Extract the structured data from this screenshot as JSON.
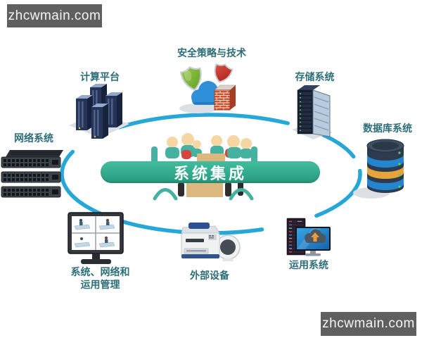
{
  "watermark": {
    "text": "zhcwmain.com",
    "background_color": "#5F5F5F"
  },
  "center": {
    "label": "系统集成",
    "pill_color": "#30A589",
    "text_color": "#FFFFFF"
  },
  "diagram": {
    "ellipse_color": "#27A7D8",
    "label_color": "#2D6E78",
    "nodes": {
      "security": {
        "label": "安全策略与技术",
        "icons": [
          "green-shield",
          "red-shield",
          "cloud",
          "firewall-brick-wall"
        ]
      },
      "computing": {
        "label": "计算平台",
        "icon": "four-server-towers"
      },
      "storage": {
        "label": "存储系统",
        "icon": "server-rack-open-door"
      },
      "network": {
        "label": "网络系统",
        "icon": "three-stacked-switches"
      },
      "database": {
        "label": "数据库系统",
        "icon": "database-cylinder-stack"
      },
      "management": {
        "label_line1": "系统、网络和",
        "label_line2": "运用管理",
        "icon": "quad-view-monitor"
      },
      "external": {
        "label": "外部设备",
        "icon": "printer-and-webcam"
      },
      "application": {
        "label": "运用系统",
        "icon": "rack-and-cloud-monitor"
      }
    }
  }
}
